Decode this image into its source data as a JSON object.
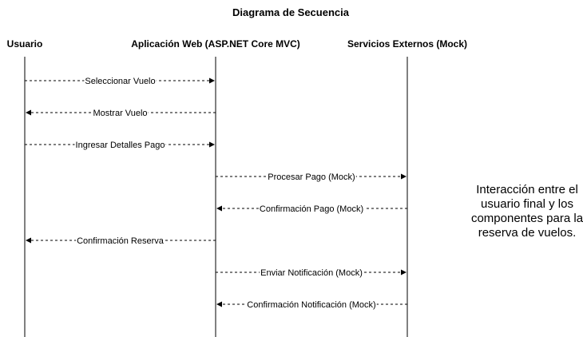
{
  "title": "Diagrama de Secuencia",
  "participants": [
    {
      "id": "user",
      "label": "Usuario"
    },
    {
      "id": "web",
      "label": "Aplicación Web (ASP.NET Core MVC)"
    },
    {
      "id": "ext",
      "label": "Servicios Externos (Mock)"
    }
  ],
  "messages": [
    {
      "from": "user",
      "to": "web",
      "label": "Seleccionar Vuelo"
    },
    {
      "from": "web",
      "to": "user",
      "label": "Mostrar Vuelo"
    },
    {
      "from": "user",
      "to": "web",
      "label": "Ingresar Detalles Pago"
    },
    {
      "from": "web",
      "to": "ext",
      "label": "Procesar Pago (Mock)"
    },
    {
      "from": "ext",
      "to": "web",
      "label": "Confirmación Pago (Mock)"
    },
    {
      "from": "web",
      "to": "user",
      "label": "Confirmación Reserva"
    },
    {
      "from": "web",
      "to": "ext",
      "label": "Enviar Notificación (Mock)"
    },
    {
      "from": "ext",
      "to": "web",
      "label": "Confirmación Notificación (Mock)"
    }
  ],
  "note": "Interacción entre el usuario final y los componentes para la reserva de vuelos."
}
